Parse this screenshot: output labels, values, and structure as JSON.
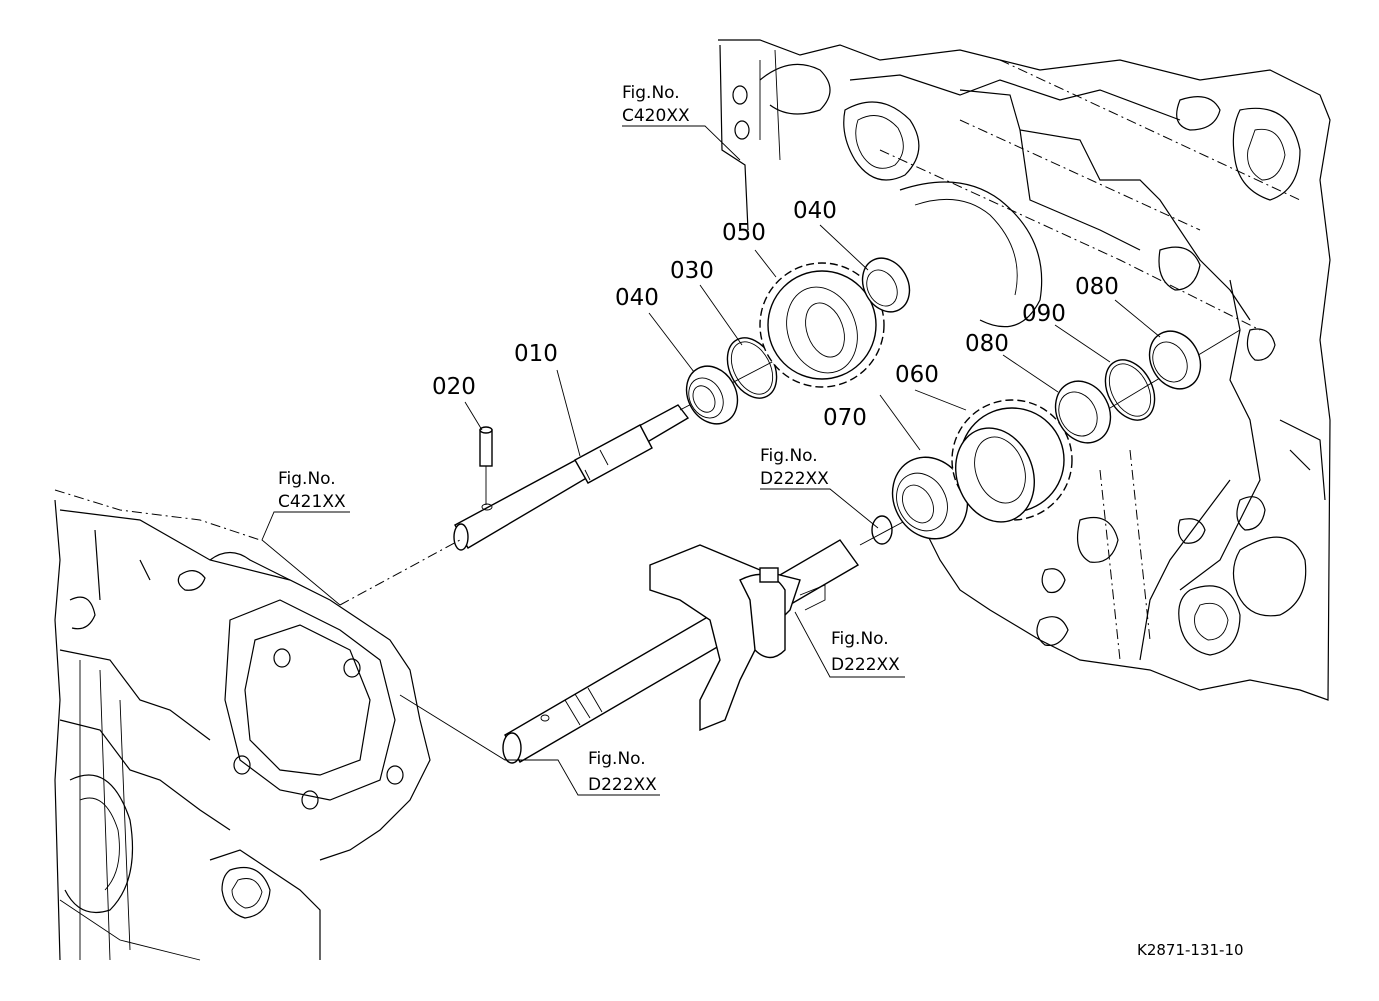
{
  "diagram": {
    "drawing_code": "K2871-131-10",
    "part_labels": [
      {
        "id": "p010",
        "text": "010",
        "name": "shaft"
      },
      {
        "id": "p020",
        "text": "020",
        "name": "pin"
      },
      {
        "id": "p030",
        "text": "030",
        "name": "snap-ring"
      },
      {
        "id": "p040a",
        "text": "040",
        "name": "ball-bearing"
      },
      {
        "id": "p040b",
        "text": "040",
        "name": "ball-bearing"
      },
      {
        "id": "p050",
        "text": "050",
        "name": "gear"
      },
      {
        "id": "p060",
        "text": "060",
        "name": "gear"
      },
      {
        "id": "p070",
        "text": "070",
        "name": "ball-bearing"
      },
      {
        "id": "p080a",
        "text": "080",
        "name": "ball-bearing"
      },
      {
        "id": "p080b",
        "text": "080",
        "name": "ball-bearing"
      },
      {
        "id": "p090",
        "text": "090",
        "name": "snap-ring"
      }
    ],
    "figure_refs": [
      {
        "id": "c420",
        "prefix": "Fig.No.",
        "code": "C420XX"
      },
      {
        "id": "c421",
        "prefix": "Fig.No.",
        "code": "C421XX"
      },
      {
        "id": "d222a",
        "prefix": "Fig.No.",
        "code": "D222XX"
      },
      {
        "id": "d222b",
        "prefix": "Fig.No.",
        "code": "D222XX"
      },
      {
        "id": "d222c",
        "prefix": "Fig.No.",
        "code": "D222XX"
      }
    ]
  }
}
